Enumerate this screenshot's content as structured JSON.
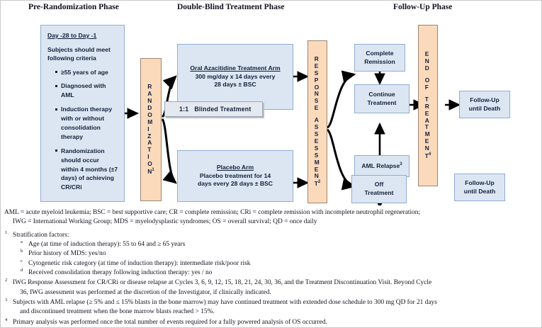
{
  "phases": [
    {
      "label": "Pre-Randomization Phase"
    },
    {
      "label": "Double-Blind Treatment Phase"
    },
    {
      "label": "Follow-Up Phase"
    }
  ],
  "criteria_box": {
    "header": "Day -28 to Day -1",
    "lead": "Subjects should meet following criteria",
    "items": [
      "≥55 years of age",
      "Diagnosed with AML",
      "Induction therapy with or without consolidation therapy",
      "Randomization should occur within 4 months (±7 days) of achieving CR/CRi"
    ]
  },
  "randomization": {
    "label": "RANDOMIZATION",
    "footnote_mark": "1"
  },
  "response_assessment": {
    "label": "RESPONSE ASSESSMENT",
    "footnote_mark": "2"
  },
  "end_of_treatment": {
    "label": "END OF TREATMENT",
    "footnote_mark": "4"
  },
  "treatment_arm": {
    "title": "Oral Azacitidine Treatment Arm",
    "line1": "300 mg/day x 14 days every",
    "line2": "28 days ± BSC"
  },
  "placebo_arm": {
    "title": "Placebo Arm",
    "line1": "Placebo treatment for 14",
    "line2": "days every 28 days ± BSC"
  },
  "blinded": {
    "ratio": "1:1",
    "label": "Blinded Treatment"
  },
  "outcomes": {
    "complete_remission_l1": "Complete",
    "complete_remission_l2": "Remission",
    "continue_treatment_l1": "Continue",
    "continue_treatment_l2": "Treatment",
    "aml_relapse": "AML Relapse",
    "aml_relapse_mark": "3",
    "off_treatment_l1": "Off",
    "off_treatment_l2": "Treatment",
    "followup_top_l1": "Follow-Up",
    "followup_top_l2": "until Death",
    "followup_bottom_l1": "Follow-Up",
    "followup_bottom_l2": "until Death"
  },
  "abbreviations": {
    "line1": "AML = acute myeloid leukemia; BSC = best supportive care; CR = complete remission; CRi = complete remission with incomplete neutrophil regeneration;",
    "line2": "IWG = International Working Group; MDS = myelodysplastic syndromes; OS = overall survival; QD = once daily"
  },
  "footnotes": {
    "fn1": {
      "mark": "1",
      "text": "Stratification factors:",
      "sub": [
        {
          "mark": "a",
          "text": "Age (at time of induction therapy):  55 to 64 and ≥ 65 years"
        },
        {
          "mark": "b",
          "text": "Prior history of MDS:  yes/no"
        },
        {
          "mark": "c",
          "text": "Cytogenetic risk category (at time of induction therapy):  intermediate risk/poor risk"
        },
        {
          "mark": "d",
          "text": "Received consolidation therapy following induction therapy:  yes / no"
        }
      ]
    },
    "fn2": {
      "mark": "2",
      "text": "IWG Response Assessment for CR/CRi or disease relapse at Cycles 3, 6, 9, 12, 15, 18, 21, 24, 30, 36, and the Treatment Discontinuation Visit. Beyond Cycle",
      "cont": "36, IWG assessment was performed at the discretion of the Investigator, if clinically indicated."
    },
    "fn3": {
      "mark": "3",
      "text": "Subjects with AML relapse (≥ 5% and ≤ 15% blasts in the bone marrow) may have continued treatment with extended dose schedule to 300 mg QD for 21 days",
      "cont": "and discontinued treatment when the bone marrow blasts reached > 15%."
    },
    "fn4": {
      "mark": "4",
      "text": "Primary analysis was performed once the total number of events required for a fully powered analysis of OS occurred."
    }
  },
  "colors": {
    "box_fill": "#dce6f2",
    "box_border": "#8fadd4",
    "column_fill": "#fbd9bb",
    "column_border": "#9c8574",
    "arrow": "#000000"
  }
}
